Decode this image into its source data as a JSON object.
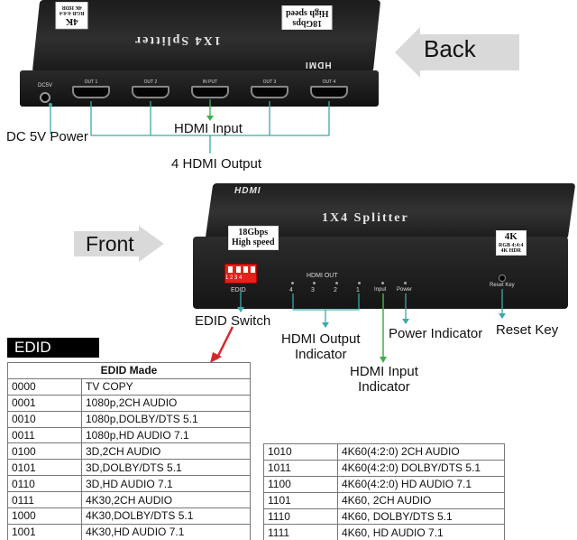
{
  "back": {
    "arrow_label": "Back",
    "device_title": "1X4  Splitter",
    "speed_box": [
      "18Gbps",
      "High speed"
    ],
    "badge_4k": [
      "4K",
      "RGB 4:4:4",
      "4K HDR"
    ],
    "hdmi_logo": "HDMI",
    "ports": [
      "OUT 1",
      "OUT 2",
      "IN PUT",
      "OUT 3",
      "OUT 4"
    ],
    "dc_label": "DC5V"
  },
  "front": {
    "arrow_label": "Front",
    "device_title": "1X4  Splitter",
    "speed_box": [
      "18Gbps",
      "High speed"
    ],
    "badge_4k": [
      "4K",
      "RGB 4:4:4",
      "4K HDR"
    ],
    "hdmi_logo": "HDMI",
    "hdmi_out_label": "HDMI OUT",
    "out_numbers": [
      "4",
      "3",
      "2",
      "1"
    ],
    "input_led": "Input",
    "power_led": "Power",
    "reset_label": "Reset Key",
    "dip_numbers": "1 2 3 4",
    "edid_label": "EDID"
  },
  "callouts": {
    "dc_power": "DC 5V Power",
    "hdmi_input": "HDMI Input",
    "hdmi_output": "4 HDMI Output",
    "edid_switch": "EDID Switch",
    "hdmi_output_indicator": [
      "HDMI Output",
      "Indicator"
    ],
    "power_indicator": "Power Indicator",
    "reset_key": "Reset Key",
    "hdmi_input_indicator": [
      "HDMI Input",
      "Indicator"
    ]
  },
  "edid_badge": "EDID",
  "edid_table": {
    "header": "EDID Made",
    "rows": [
      [
        "0000",
        "TV COPY"
      ],
      [
        "0001",
        "1080p,2CH AUDIO"
      ],
      [
        "0010",
        "1080p,DOLBY/DTS 5.1"
      ],
      [
        "0011",
        "1080p,HD AUDIO 7.1"
      ],
      [
        "0100",
        "3D,2CH AUDIO"
      ],
      [
        "0101",
        "3D,DOLBY/DTS 5.1"
      ],
      [
        "0110",
        "3D,HD AUDIO 7.1"
      ],
      [
        "0111",
        "4K30,2CH AUDIO"
      ],
      [
        "1000",
        "4K30,DOLBY/DTS 5.1"
      ],
      [
        "1001",
        "4K30,HD AUDIO 7.1"
      ]
    ]
  },
  "edid_table2": {
    "rows": [
      [
        "1010",
        "4K60(4:2:0) 2CH AUDIO"
      ],
      [
        "1011",
        "4K60(4:2:0) DOLBY/DTS 5.1"
      ],
      [
        "1100",
        "4K60(4:2:0) HD AUDIO 7.1"
      ],
      [
        "1101",
        "4K60, 2CH AUDIO"
      ],
      [
        "1110",
        "4K60, DOLBY/DTS 5.1"
      ],
      [
        "1111",
        "4K60, HD AUDIO  7.1"
      ]
    ]
  },
  "colors": {
    "teal_line": "#3aa9a8",
    "green_line": "#3cb04a",
    "red_arrow": "#d8262a",
    "dip_red": "#e2231a",
    "arrow_gray": "#d9d9d9"
  }
}
